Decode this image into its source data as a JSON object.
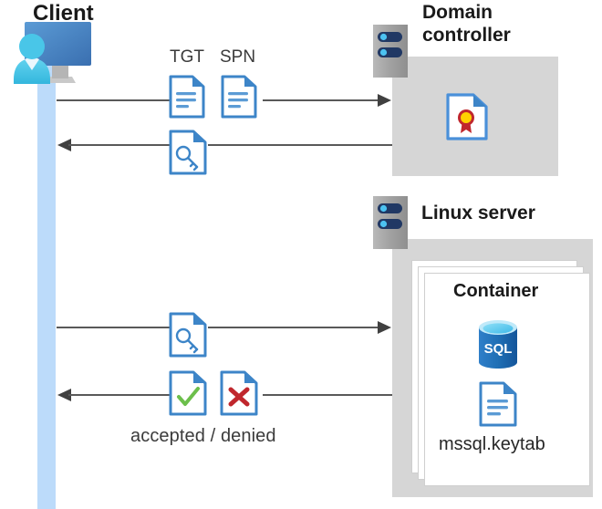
{
  "diagram": {
    "type": "sequence-architecture",
    "title_nodes": {
      "client": "Client",
      "domain_controller": "Domain\ncontroller",
      "domain_controller_line1": "Domain",
      "domain_controller_line2": "controller",
      "linux_server": "Linux server",
      "container": "Container"
    },
    "labels": {
      "tgt": "TGT",
      "spn": "SPN",
      "accepted_denied": "accepted / denied",
      "keytab_file": "mssql.keytab"
    },
    "icons": {
      "client": "user-monitor-icon",
      "server_rack": "server-rack-icon",
      "certificate": "certificate-document-icon",
      "sql_database": "sql-database-icon",
      "keytab_document": "text-document-icon",
      "ticket_document": "key-document-icon",
      "accepted_document": "check-document-icon",
      "denied_document": "cross-document-icon",
      "tgt_document": "text-document-icon",
      "spn_document": "text-document-icon"
    },
    "flows": [
      {
        "id": "flow-1",
        "direction": "right",
        "from": "Client",
        "to": "Domain controller",
        "carries": [
          "TGT",
          "SPN"
        ]
      },
      {
        "id": "flow-2",
        "direction": "left",
        "from": "Domain controller",
        "to": "Client",
        "carries": [
          "service ticket"
        ]
      },
      {
        "id": "flow-3",
        "direction": "right",
        "from": "Client",
        "to": "Linux server container",
        "carries": [
          "service ticket"
        ]
      },
      {
        "id": "flow-4",
        "direction": "left",
        "from": "Linux server container",
        "to": "Client",
        "carries": [
          "accepted / denied"
        ]
      }
    ],
    "colors": {
      "panel_gray": "#d6d6d6",
      "lifeline_blue": "#bcdbfa",
      "doc_blue": "#3d85c8",
      "accent_blue": "#2e75b6",
      "arrow_gray": "#595959",
      "check_green": "#6cbf4b",
      "cross_red": "#c0272d",
      "seal_gold": "#ffd200",
      "seal_red": "#c0272d",
      "sql_blue": "#1f6fb5",
      "text_dark": "#1a1a1a"
    }
  }
}
